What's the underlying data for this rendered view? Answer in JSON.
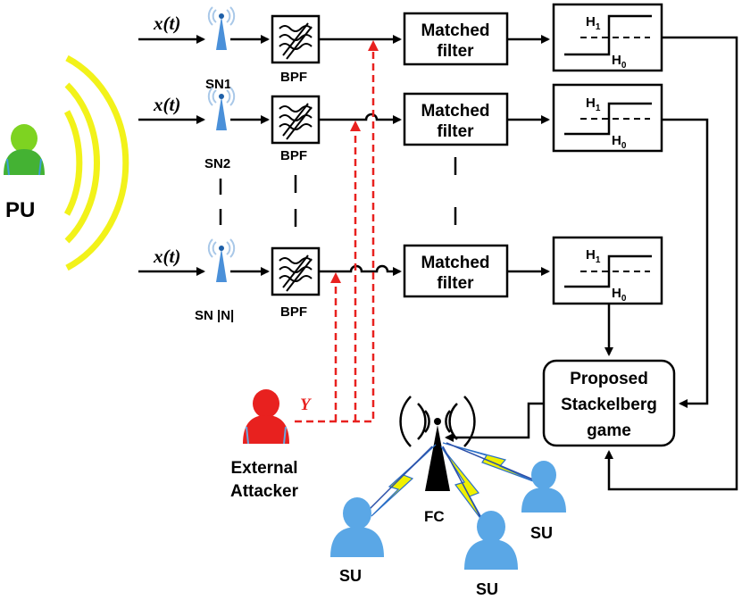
{
  "colors": {
    "line": "#000000",
    "attack": "#e8211f",
    "pu_body": "#44b233",
    "pu_head": "#7ed321",
    "signal_arcs": "#f2f21a",
    "attacker": "#e8211f",
    "su": "#5aa7e6",
    "antenna": "#4a90d9",
    "lightning": "#f0f000"
  },
  "pu": {
    "label": "PU",
    "icon": "person-icon"
  },
  "input_signal": "x(t)",
  "sensor_nodes": [
    {
      "label": "SN1"
    },
    {
      "label": "SN2"
    },
    {
      "label": "SN |N|"
    }
  ],
  "bpf_label": "BPF",
  "matched_filter": {
    "line1": "Matched",
    "line2": "filter"
  },
  "threshold": {
    "h1": "H",
    "h1_sub": "1",
    "h0": "H",
    "h0_sub": "0"
  },
  "game": {
    "line1": "Proposed",
    "line2": "Stackelberg",
    "line3": "game"
  },
  "attacker": {
    "line1": "External",
    "line2": "Attacker",
    "signal": "Y",
    "icon": "person-icon"
  },
  "fc": {
    "label": "FC",
    "icon": "tower-icon"
  },
  "secondary_users": [
    {
      "label": "SU"
    },
    {
      "label": "SU"
    },
    {
      "label": "SU"
    }
  ]
}
